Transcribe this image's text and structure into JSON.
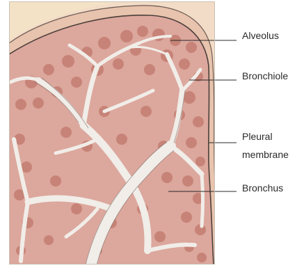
{
  "labels": {
    "alveolus": "Alveolus",
    "bronchiole": "Bronchiole",
    "pleural_line1": "Pleural",
    "pleural_line2": "membrane",
    "bronchus": "Bronchus"
  },
  "colors": {
    "background": "#f3dcc7",
    "cream": "#f4e2c6",
    "lung_tissue": "#dca79d",
    "alveoli": "#c47d71",
    "airways": "#f1ede8",
    "outline": "#4a3f3a",
    "leader": "#2a2a2a"
  }
}
